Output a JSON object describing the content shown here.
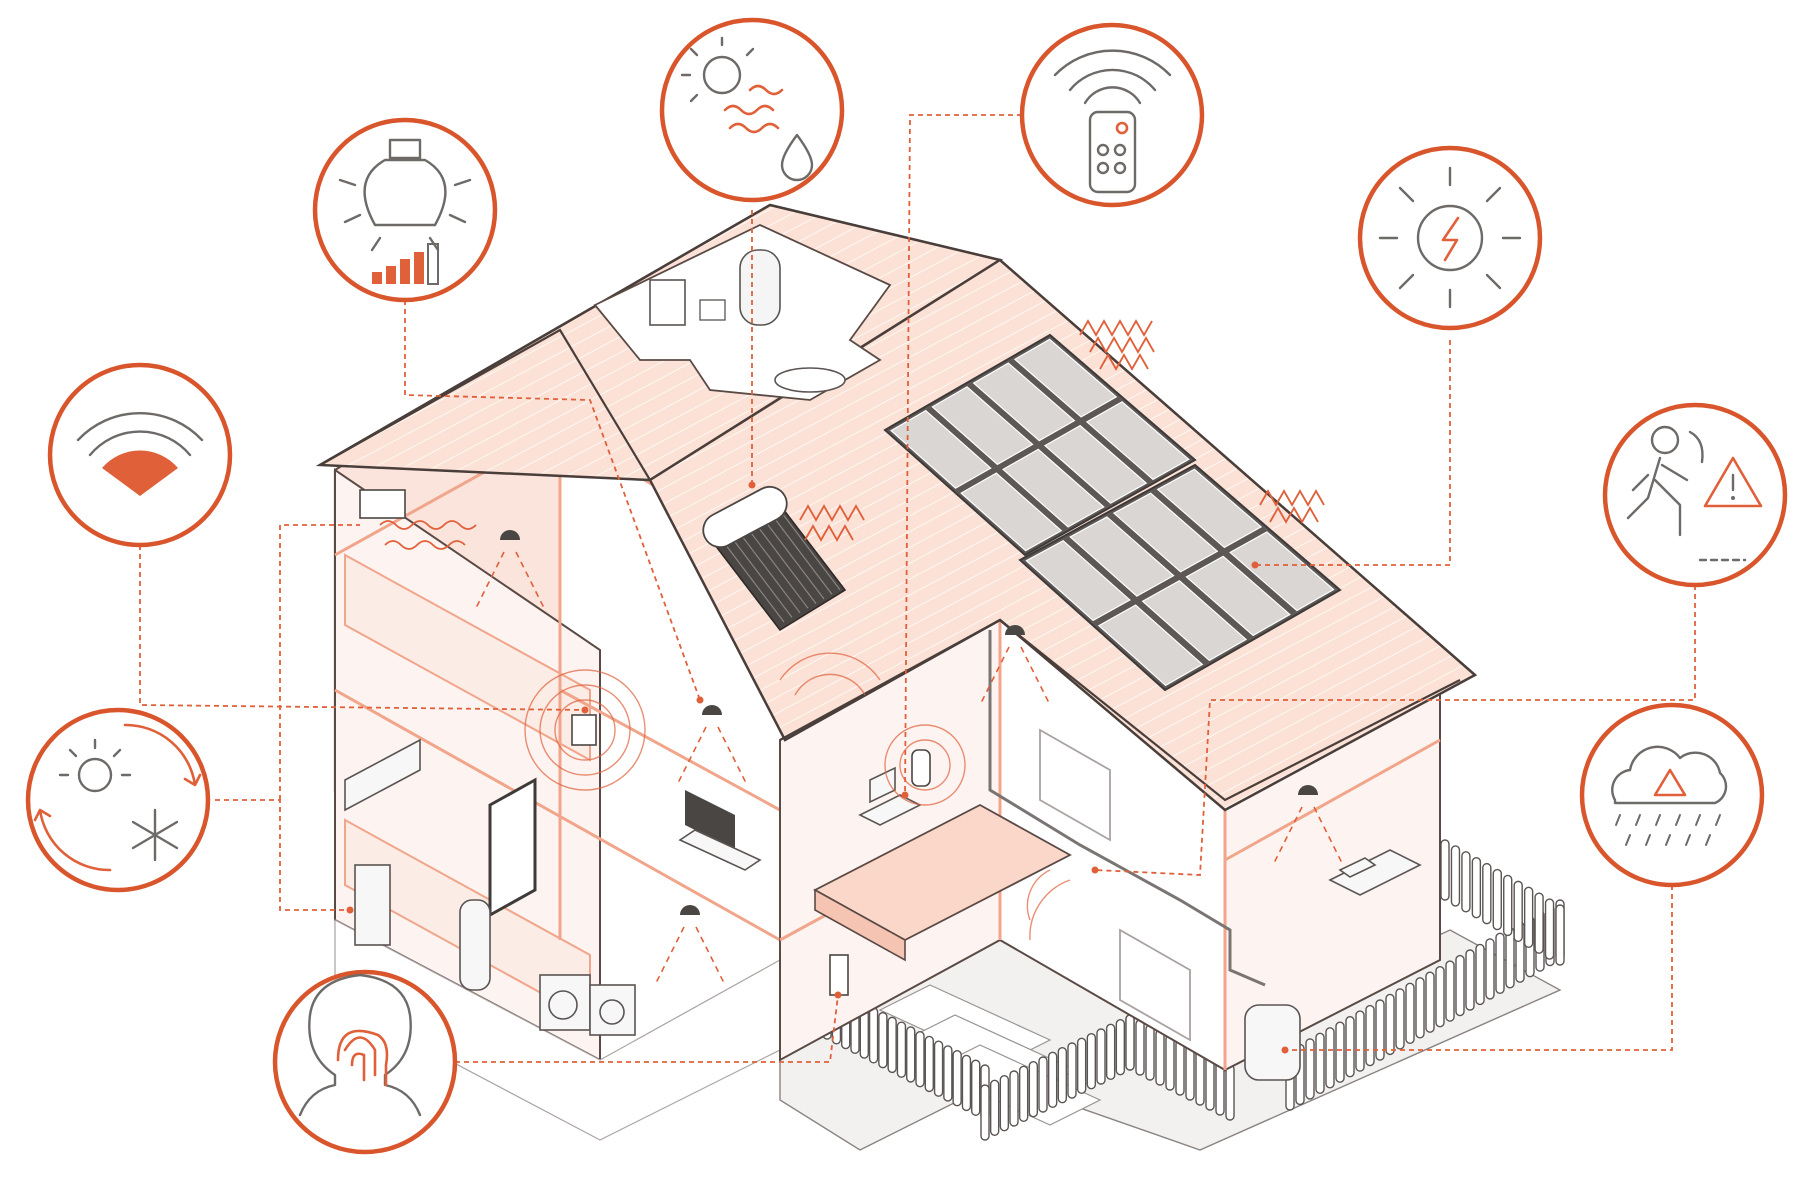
{
  "diagram": {
    "colors": {
      "accent": "#d9552c",
      "accent_line": "#e0603a",
      "icon_grey": "#6e6a68",
      "roof_fill": "#fbe1d6"
    },
    "features": [
      {
        "id": "smart-lighting",
        "icon": "light-bulb-icon"
      },
      {
        "id": "solar-water-heating",
        "icon": "sun-heat-water-icon"
      },
      {
        "id": "remote-control",
        "icon": "wifi-remote-icon"
      },
      {
        "id": "solar-power",
        "icon": "sun-lightning-icon"
      },
      {
        "id": "wifi-connectivity",
        "icon": "wifi-icon"
      },
      {
        "id": "motion-detection",
        "icon": "walking-person-warning-icon"
      },
      {
        "id": "climate-control",
        "icon": "sun-snowflake-cycle-icon"
      },
      {
        "id": "rainwater-recycling",
        "icon": "cloud-rain-recycle-icon"
      },
      {
        "id": "biometric-access",
        "icon": "fingerprint-head-icon"
      }
    ]
  }
}
